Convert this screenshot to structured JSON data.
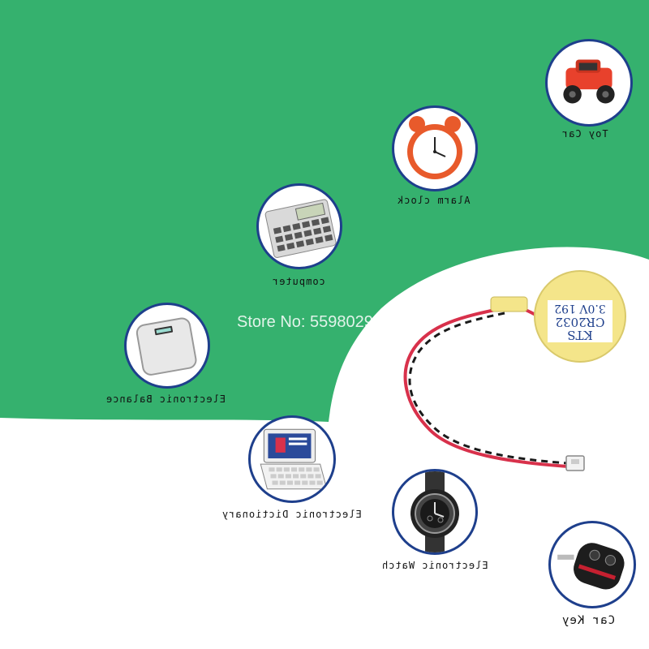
{
  "watermark": {
    "store_text": "Store No: 5598029"
  },
  "colors": {
    "green": "#35b16e",
    "circle_border": "#1e3f8c",
    "battery": "#f4e58a",
    "wire_red": "#d8314b",
    "wire_black": "#1a1a1a"
  },
  "product": {
    "label_line1": "KTS",
    "label_line2": "CR2032",
    "label_line3": "3.0V 192"
  },
  "applications": [
    {
      "name": "toy-car",
      "caption": "Toy Car",
      "icon": "toy-car-icon"
    },
    {
      "name": "alarm-clock",
      "caption": "Alarm clock",
      "icon": "alarm-clock-icon"
    },
    {
      "name": "computer",
      "caption": "computer",
      "icon": "calculator-icon"
    },
    {
      "name": "electronic-balance",
      "caption": "Electronic Balance",
      "icon": "scale-icon"
    },
    {
      "name": "electronic-dictionary",
      "caption": "Electronic Dictionary",
      "icon": "dictionary-icon"
    },
    {
      "name": "electronic-watch",
      "caption": "Electronic Watch",
      "icon": "watch-icon"
    },
    {
      "name": "car-key",
      "caption": "Car Key",
      "icon": "car-key-icon"
    }
  ]
}
